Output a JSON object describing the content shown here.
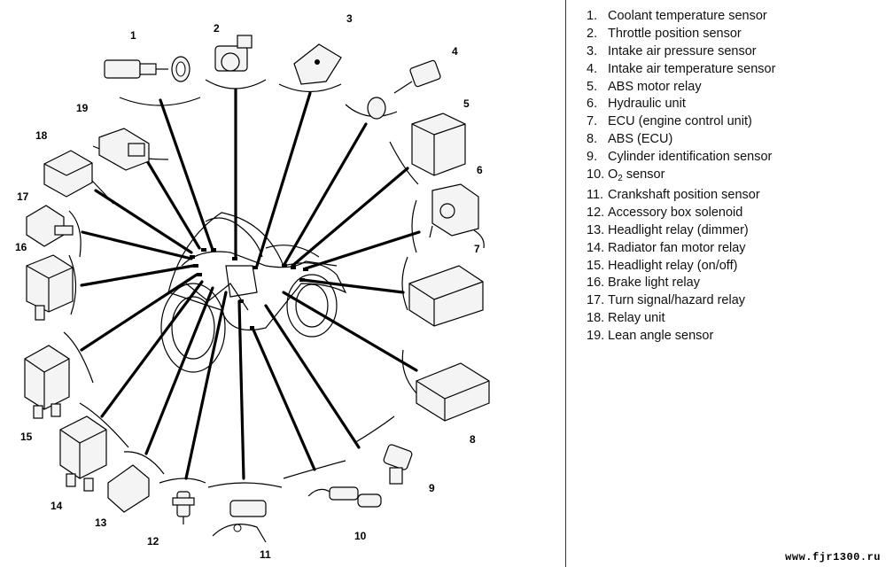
{
  "legend": [
    {
      "num": "1.",
      "text": "Coolant temperature sensor"
    },
    {
      "num": "2.",
      "text": "Throttle position sensor"
    },
    {
      "num": "3.",
      "text": "Intake air pressure sensor"
    },
    {
      "num": "4.",
      "text": "Intake air temperature sensor"
    },
    {
      "num": "5.",
      "text": "ABS motor relay"
    },
    {
      "num": "6.",
      "text": "Hydraulic unit"
    },
    {
      "num": "7.",
      "text": "ECU (engine control unit)"
    },
    {
      "num": "8.",
      "text": "ABS (ECU)"
    },
    {
      "num": "9.",
      "text": "Cylinder identification sensor"
    },
    {
      "num": "10.",
      "text": "O",
      "sub": "2",
      "after": " sensor"
    },
    {
      "num": "11.",
      "text": "Crankshaft position sensor"
    },
    {
      "num": "12.",
      "text": "Accessory box solenoid"
    },
    {
      "num": "13.",
      "text": "Headlight relay (dimmer)"
    },
    {
      "num": "14.",
      "text": "Radiator fan motor relay"
    },
    {
      "num": "15.",
      "text": "Headlight relay (on/off)"
    },
    {
      "num": "16.",
      "text": "Brake light relay"
    },
    {
      "num": "17.",
      "text": "Turn signal/hazard relay"
    },
    {
      "num": "18.",
      "text": "Relay unit"
    },
    {
      "num": "19.",
      "text": "Lean angle sensor"
    }
  ],
  "callouts": [
    "1",
    "2",
    "3",
    "4",
    "5",
    "6",
    "7",
    "8",
    "9",
    "10",
    "11",
    "12",
    "13",
    "14",
    "15",
    "16",
    "17",
    "18",
    "19"
  ],
  "watermark": "www.fjr1300.ru"
}
